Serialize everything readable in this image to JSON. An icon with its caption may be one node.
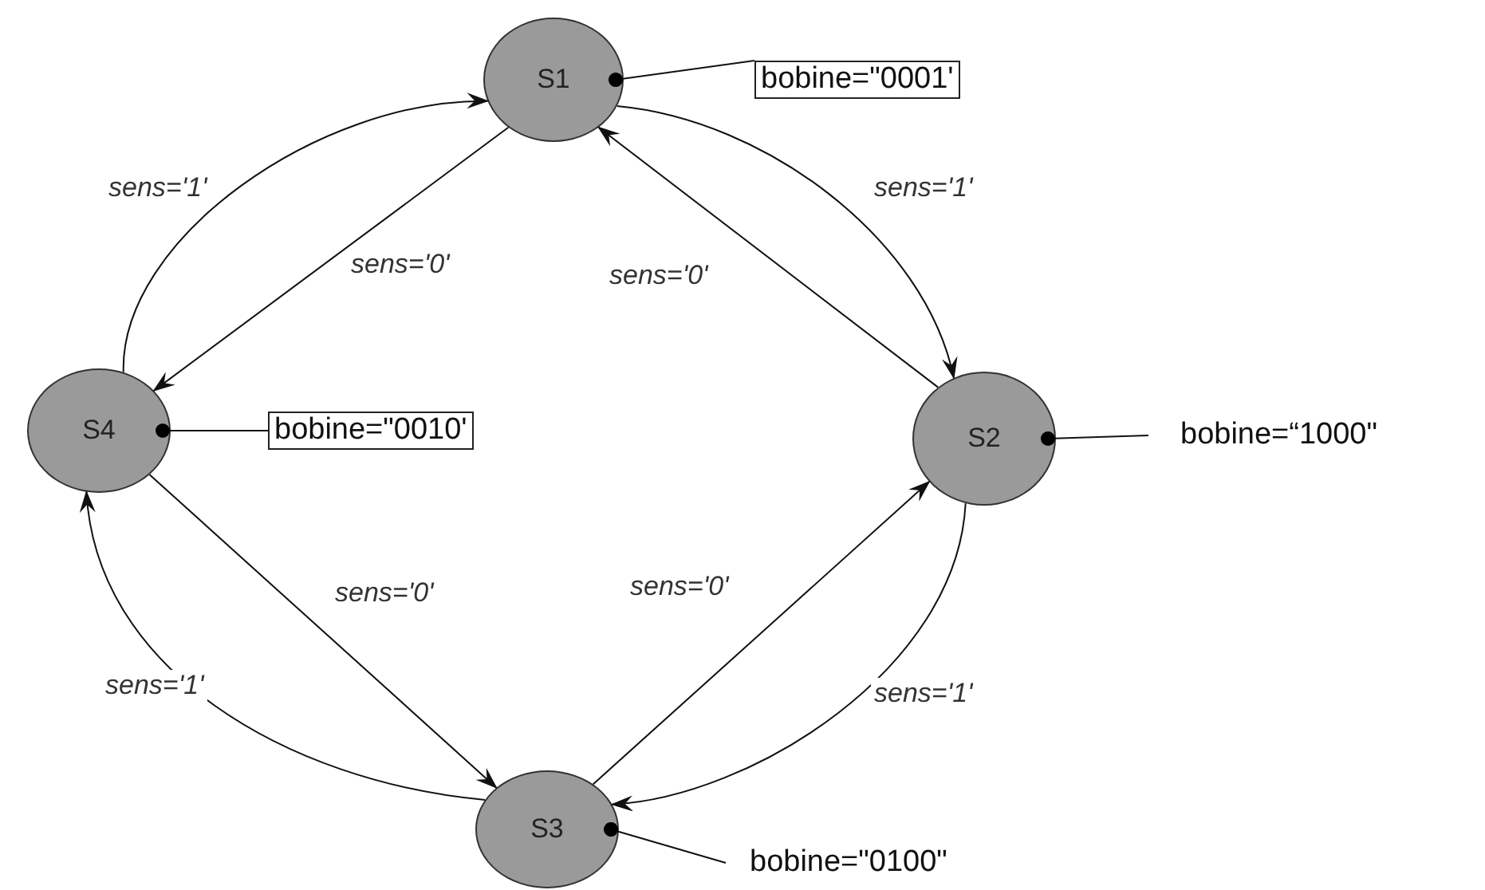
{
  "diagram": {
    "nodes": [
      {
        "text": [
          "S1"
        ]
      },
      {
        "text": [
          "bobine=\"0001'"
        ]
      },
      {
        "text": [
          "S4"
        ]
      },
      {
        "text": [
          "bobine=\"0010'"
        ]
      },
      {
        "text": [
          "S2"
        ]
      },
      {
        "text": [
          "bobine=“1000\""
        ]
      },
      {
        "text": [
          "S3"
        ]
      },
      {
        "text": [
          "bobine=\"0100\""
        ]
      }
    ],
    "edges": [
      {
        "from": 2,
        "to": 0,
        "arrow": "to",
        "label": "sens='1'"
      },
      {
        "from": 0,
        "to": 2,
        "arrow": "to",
        "label": "sens='0'"
      },
      {
        "from": 4,
        "to": 0,
        "arrow": "to",
        "label": "sens='0'"
      },
      {
        "from": 0,
        "to": 4,
        "arrow": "to",
        "label": "sens='1'"
      },
      {
        "from": 2,
        "to": 6,
        "arrow": "to",
        "label": "sens='0'"
      },
      {
        "from": 6,
        "to": 4,
        "arrow": "to",
        "label": "sens='0'"
      },
      {
        "from": 4,
        "to": 6,
        "arrow": "to",
        "label": "sens='1'"
      },
      {
        "from": 6,
        "to": 2,
        "arrow": "to",
        "label": "sens='1'"
      },
      {
        "from": 1,
        "to": 0,
        "arrow": "other"
      },
      {
        "from": 3,
        "to": 2,
        "arrow": "other"
      },
      {
        "from": 5,
        "to": 4,
        "arrow": "other"
      },
      {
        "from": 7,
        "to": 6,
        "arrow": "other"
      }
    ]
  }
}
